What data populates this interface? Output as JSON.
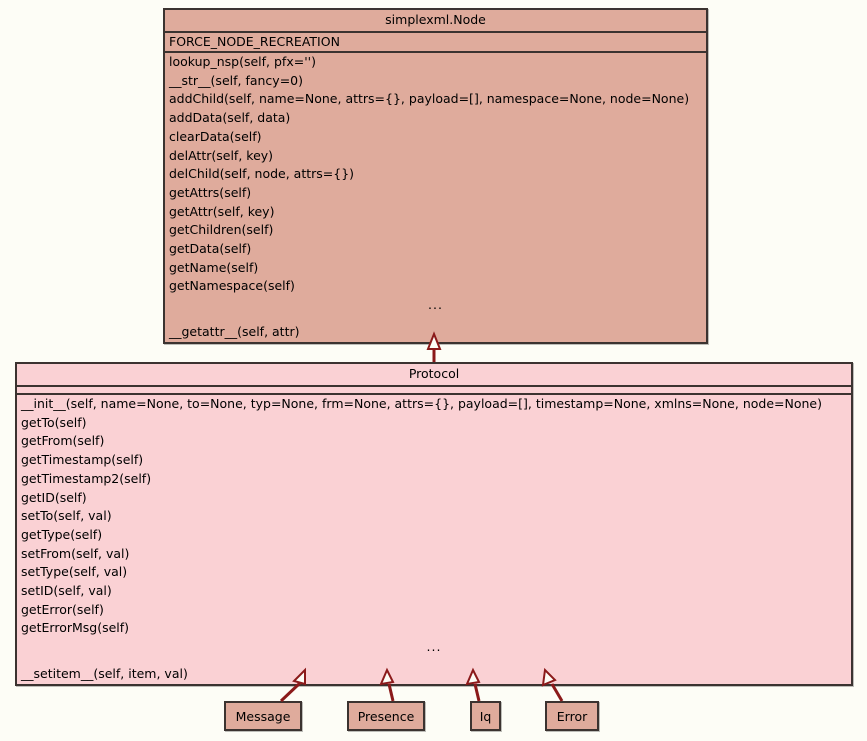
{
  "diagram": {
    "background_color": "#fdfdf6",
    "classes": [
      {
        "id": "node",
        "name": "simplexml.Node",
        "fill_color": "#dfab9c",
        "border_color": "#3b3330",
        "attributes": [
          "FORCE_NODE_RECREATION"
        ],
        "operations": [
          "lookup_nsp(self, pfx='')",
          "__str__(self, fancy=0)",
          "addChild(self, name=None, attrs={}, payload=[], namespace=None, node=None)",
          "addData(self, data)",
          "clearData(self)",
          "delAttr(self, key)",
          "delChild(self, node, attrs={})",
          "getAttrs(self)",
          "getAttr(self, key)",
          "getChildren(self)",
          "getData(self)",
          "getName(self)",
          "getNamespace(self)",
          "...",
          "__getattr__(self, attr)"
        ]
      },
      {
        "id": "protocol",
        "name": "Protocol",
        "fill_color": "#fad1d4",
        "border_color": "#3b3330",
        "attributes": [],
        "operations": [
          "__init__(self, name=None, to=None, typ=None, frm=None, attrs={}, payload=[], timestamp=None, xmlns=None, node=None)",
          "getTo(self)",
          "getFrom(self)",
          "getTimestamp(self)",
          "getTimestamp2(self)",
          "getID(self)",
          "setTo(self, val)",
          "getType(self)",
          "setFrom(self, val)",
          "setType(self, val)",
          "setID(self, val)",
          "getError(self)",
          "getErrorMsg(self)",
          "...",
          "__setitem__(self, item, val)"
        ]
      }
    ],
    "leaf_classes": [
      {
        "id": "message",
        "name": "Message",
        "fill_color": "#dfab9c"
      },
      {
        "id": "presence",
        "name": "Presence",
        "fill_color": "#dfab9c"
      },
      {
        "id": "iq",
        "name": "Iq",
        "fill_color": "#dfab9c"
      },
      {
        "id": "error",
        "name": "Error",
        "fill_color": "#dfab9c"
      }
    ],
    "relations": [
      {
        "type": "generalization",
        "from": "protocol",
        "to": "node",
        "arrow": "hollow-triangle",
        "color": "#8b1a1a"
      },
      {
        "type": "generalization",
        "from": "message",
        "to": "protocol",
        "arrow": "hollow-triangle",
        "color": "#8b1a1a"
      },
      {
        "type": "generalization",
        "from": "presence",
        "to": "protocol",
        "arrow": "hollow-triangle",
        "color": "#8b1a1a"
      },
      {
        "type": "generalization",
        "from": "iq",
        "to": "protocol",
        "arrow": "hollow-triangle",
        "color": "#8b1a1a"
      },
      {
        "type": "generalization",
        "from": "error",
        "to": "protocol",
        "arrow": "hollow-triangle",
        "color": "#8b1a1a"
      }
    ]
  }
}
